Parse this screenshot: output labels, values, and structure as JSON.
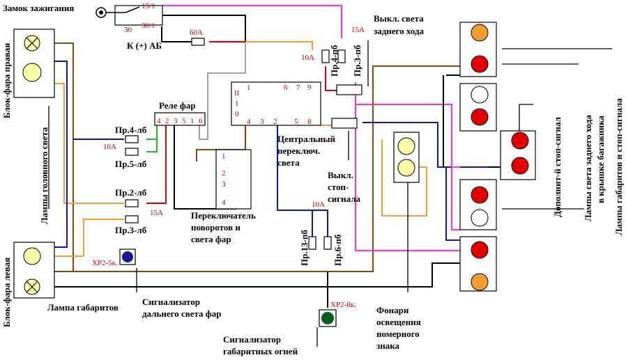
{
  "labels": {
    "ignition": "Замок зажигания",
    "battery": "К (+) АБ",
    "reverse_switch_1": "Выкл. света",
    "reverse_switch_2": "заднего хода",
    "relay": "Реле фар",
    "central_1": "Центральный",
    "central_2": "переключ.",
    "central_3": "света",
    "stop_switch_1": "Выкл.",
    "stop_switch_2": "стоп-",
    "stop_switch_3": "сигнала",
    "turn_switch_1": "Переключатель",
    "turn_switch_2": "поворотов и",
    "turn_switch_3": "света фар",
    "high_beam_1": "Сигнализатор",
    "high_beam_2": "дальнего света фар",
    "marker_lamp": "Лампа габаритов",
    "marker_ind_1": "Сигнализатор",
    "marker_ind_2": "габаритных огней",
    "plate_1": "Фонари",
    "plate_2": "освещения",
    "plate_3": "номерного",
    "plate_4": "знака",
    "headlight_right": "Блок-фара правая",
    "headlight_left": "Блок-фара левая",
    "headlamps": "Лампы головного света",
    "extra_stop": "Дополнит-й стоп-сигнал",
    "reverse_lamps": "Лампы света заднего хода",
    "trunk_lid": "в крышке багажника",
    "rear_marker_stop": "Лампы габаритов и стоп-сигнала"
  },
  "fuses": {
    "f60a": "60A",
    "f15a_top": "15A",
    "f10a_top": "10A",
    "f10a_left": "10A",
    "f15a_left": "15A",
    "f10a_mid": "10A",
    "pr4_lb": "Пр.4-лб",
    "pr5_lb": "Пр.5-лб",
    "pr2_lb": "Пр.2-лб",
    "pr3_lb": "Пр.3-лб",
    "pr4_pb": "Пр.4-пб",
    "pr3_pb": "Пр.3-пб",
    "pr13_pb": "Пр.13-пб",
    "pr6_pb": "Пр.6-пб"
  },
  "connectors": {
    "xp2_5k": "ХР2-5к.",
    "xp2_8k": "ХР2-8к."
  },
  "pins": {
    "p15_1": "15/1",
    "p30": "30",
    "p30_1": "30/1",
    "relay": [
      "4",
      "2",
      "3",
      "5",
      "1",
      "6"
    ],
    "central": {
      "roman2": "II",
      "roman1": "I",
      "zero": "0",
      "p1": "1",
      "p6": "6",
      "p7": "7",
      "p9": "9",
      "p4": "4",
      "p3": "3",
      "p2": "2",
      "p5": "5",
      "p8": "8"
    },
    "turn": [
      "1",
      "2",
      "3",
      "4"
    ]
  },
  "colors": {
    "brown_wire": "#8B4513",
    "red_wire": "#e00000",
    "orange_wire": "#f39c34",
    "blue_wire": "#1010d0",
    "magenta_wire": "#ff33cc",
    "green_wire": "#1bbf1b",
    "grey_wire": "#a0a0a0",
    "lamp_yellow": "#ffffaa",
    "lamp_red": "#e00000",
    "lamp_orange": "#f39c34"
  }
}
